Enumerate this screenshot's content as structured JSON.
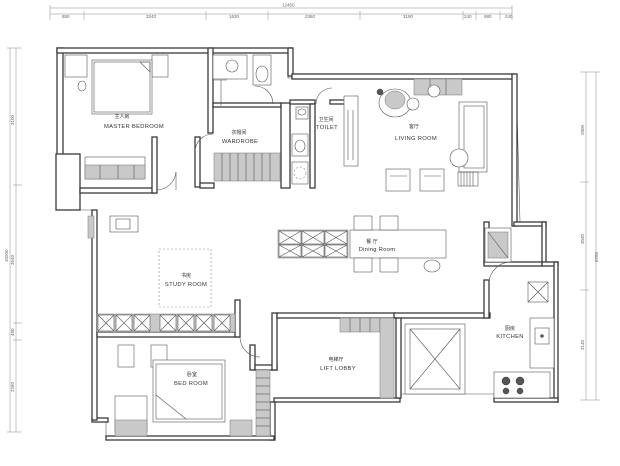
{
  "dimensions": {
    "total_top": "12450",
    "top": [
      "850",
      "3240",
      "1630",
      "2360",
      "3190",
      "240",
      "980",
      "240"
    ],
    "left_total": "10200",
    "left": [
      "3100",
      "3640",
      "480",
      "2260"
    ],
    "right_total": "8780",
    "right": [
      "2800",
      "3040",
      "3140"
    ]
  },
  "rooms": [
    {
      "id": "master",
      "zh": "主人房",
      "en": "MASTER BEDROOM"
    },
    {
      "id": "wardrobe",
      "zh": "衣帽间",
      "en": "WARDROBE"
    },
    {
      "id": "toilet",
      "zh": "卫生间",
      "en": "TOILET"
    },
    {
      "id": "living",
      "zh": "客厅",
      "en": "LIVING ROOM"
    },
    {
      "id": "dining",
      "zh": "餐 厅",
      "en": "Dining Room"
    },
    {
      "id": "study",
      "zh": "书房",
      "en": "STUDY ROOM"
    },
    {
      "id": "bed",
      "zh": "卧室",
      "en": "BED ROOM"
    },
    {
      "id": "lift",
      "zh": "电梯厅",
      "en": "LIFT LOBBY"
    },
    {
      "id": "kitchen",
      "zh": "厨房",
      "en": "KITCHEN"
    }
  ]
}
